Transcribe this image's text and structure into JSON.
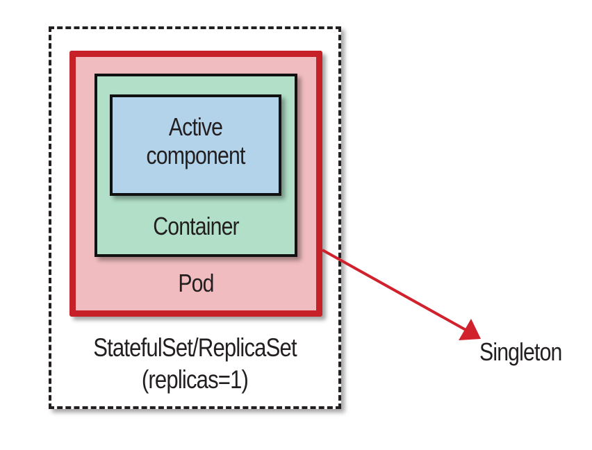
{
  "diagram": {
    "boxes": {
      "outer": {
        "label_line1": "StatefulSet/ReplicaSet",
        "label_line2": "(replicas=1)"
      },
      "pod": {
        "label": "Pod"
      },
      "container": {
        "label": "Container"
      },
      "active": {
        "label_line1": "Active",
        "label_line2": "component"
      }
    },
    "arrow": {
      "target_label": "Singleton"
    },
    "colors": {
      "pod_border": "#c62129",
      "pod_fill": "#f0bcbf",
      "container_fill": "#b1dfc7",
      "active_fill": "#b3d3eb",
      "arrow": "#d0212d",
      "outline": "#231f20"
    }
  }
}
